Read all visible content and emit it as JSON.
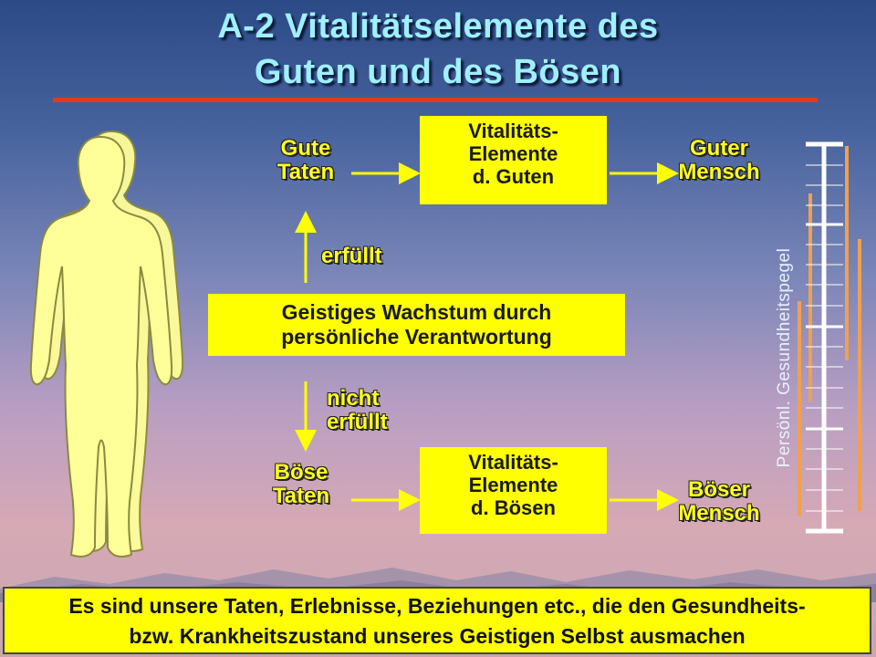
{
  "slide": {
    "title_line1": "A-2 Vitalitätselemente des",
    "title_line2": "Guten und des Bösen"
  },
  "top": {
    "left_label_1": "Gute",
    "left_label_2": "Taten",
    "box_line1": "Vitalitäts-",
    "box_line2": "Elemente",
    "box_line3": "d. Guten",
    "right_label_1": "Guter",
    "right_label_2": "Mensch"
  },
  "middle": {
    "up_label": "erfüllt",
    "box_line1": "Geistiges Wachstum durch",
    "box_line2": "persönliche Verantwortung",
    "down_label_1": "nicht",
    "down_label_2": "erfüllt"
  },
  "bottom": {
    "left_label_1": "Böse",
    "left_label_2": "Taten",
    "box_line1": "Vitalitäts-",
    "box_line2": "Elemente",
    "box_line3": "d. Bösen",
    "right_label_1": "Böser",
    "right_label_2": "Mensch"
  },
  "gauge": {
    "label": "Persönl. Gesundheitspegel"
  },
  "footer": {
    "line1": "Es sind unsere Taten, Erlebnisse, Beziehungen etc., die den Gesundheits-",
    "line2": "bzw. Krankheitszustand unseres Geistigen Selbst ausmachen"
  },
  "colors": {
    "title": "#9ff0ff",
    "accent_red": "#e23a1e",
    "box_yellow": "#ffff00",
    "figure_fill": "#ffff99",
    "gauge_orange": "#f0a050"
  }
}
